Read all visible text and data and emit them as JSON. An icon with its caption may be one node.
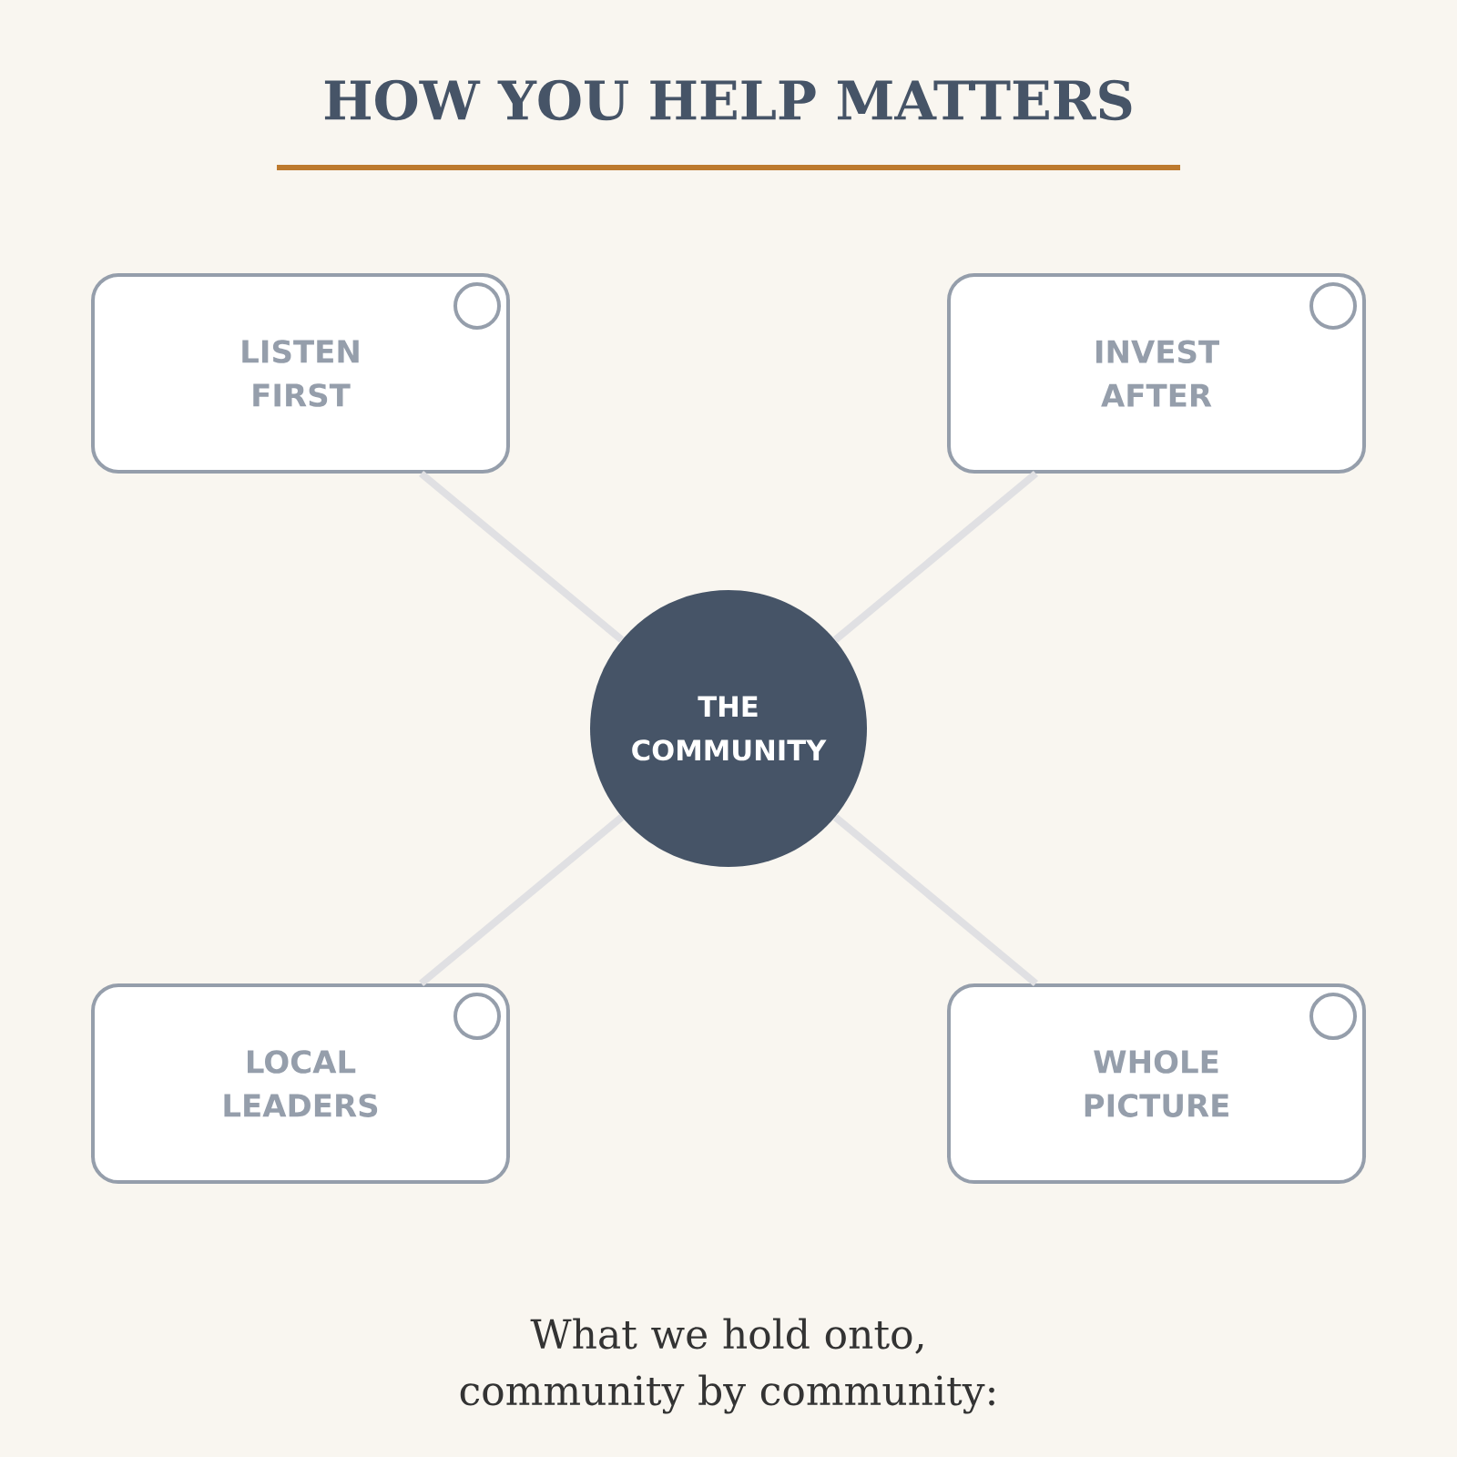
{
  "diagram": {
    "title": "HOW YOU HELP MATTERS",
    "caption": "What we hold onto, community by community:",
    "nodes": [
      {
        "text": [
          "LISTEN FIRST"
        ]
      },
      {
        "text": [
          "INVEST AFTER"
        ]
      },
      {
        "text": [
          "THE COMMUNITY"
        ]
      },
      {
        "text": [
          "LOCAL LEADERS"
        ]
      },
      {
        "text": [
          "WHOLE PICTURE"
        ]
      }
    ],
    "edges": [
      {
        "from": 2,
        "to": 0,
        "arrow": "none"
      },
      {
        "from": 2,
        "to": 1,
        "arrow": "none"
      },
      {
        "from": 2,
        "to": 3,
        "arrow": "none"
      },
      {
        "from": 2,
        "to": 4,
        "arrow": "none"
      }
    ]
  }
}
